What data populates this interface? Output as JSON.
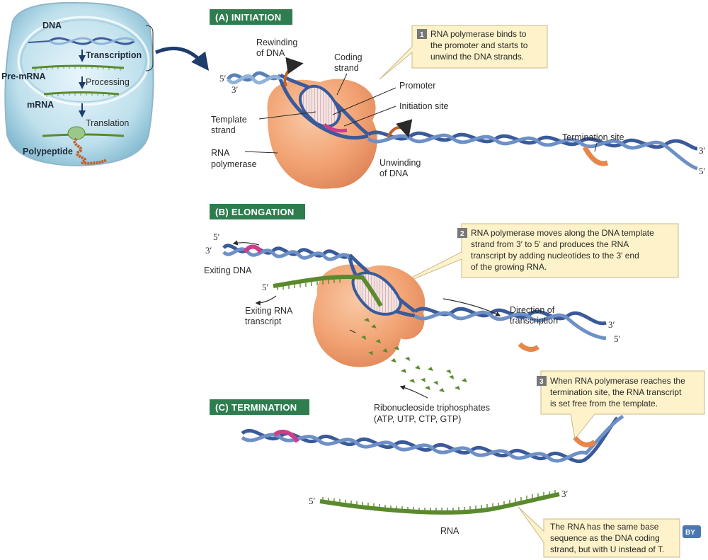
{
  "overview": {
    "dna": "DNA",
    "transcription": "Transcription",
    "pre_mrna": "Pre-mRNA",
    "processing": "Processing",
    "mrna": "mRNA",
    "translation": "Translation",
    "polypeptide": "Polypeptide"
  },
  "initiation": {
    "header": "(A)  INITIATION",
    "note_number": "1",
    "note_lines": [
      "RNA polymerase binds to",
      "the promoter and starts to",
      "unwind the DNA strands."
    ],
    "rewinding": [
      "Rewinding",
      "of DNA"
    ],
    "coding_strand": [
      "Coding",
      "strand"
    ],
    "promoter": "Promoter",
    "initiation_site": "Initiation site",
    "template_strand": [
      "Template",
      "strand"
    ],
    "rna_polymerase": [
      "RNA",
      "polymerase"
    ],
    "unwinding": [
      "Unwinding",
      "of DNA"
    ],
    "termination_site": "Termination site",
    "end_5_left": "5′",
    "end_3_left": "3′",
    "end_3_right": "3′",
    "end_5_right": "5′"
  },
  "elongation": {
    "header": "(B)  ELONGATION",
    "note_number": "2",
    "note_lines": [
      "RNA polymerase moves along the DNA template",
      "strand from 3′ to 5′ and produces the RNA",
      "transcript by adding nucleotides to the 3′ end",
      "of the growing RNA."
    ],
    "exiting_dna": "Exiting DNA",
    "exiting_rna": [
      "Exiting RNA",
      "transcript"
    ],
    "direction": [
      "Direction of",
      "transcription"
    ],
    "ntps": [
      "Ribonucleoside triphosphates",
      "(ATP, UTP, CTP, GTP)"
    ],
    "end_5_top": "5′",
    "end_3_top": "3′",
    "end_5_rna": "5′",
    "end_3_right": "3′",
    "end_5_right": "5′"
  },
  "termination": {
    "header": "(C)  TERMINATION",
    "note_number": "3",
    "note_lines": [
      "When RNA polymerase reaches the",
      "termination site, the RNA transcript",
      "is set free from the template."
    ],
    "rna_label": "RNA",
    "rna_5": "5′",
    "rna_3": "3′",
    "final_note_lines": [
      "The RNA has the same base",
      "sequence as the DNA coding",
      "strand, but with U instead of T."
    ]
  },
  "badge": "BY",
  "colors": {
    "header_green": "#2f7d4f",
    "dna_blue": "#3a5a9a",
    "dna_light": "#8fb3d9",
    "rna_green": "#5b8a2e",
    "polymerase": "#f2a474",
    "termination_orange": "#e8864a",
    "promoter_magenta": "#cc3d8a",
    "note_bg": "#fdf2c9",
    "cell_bg": "#bfe0ec"
  }
}
